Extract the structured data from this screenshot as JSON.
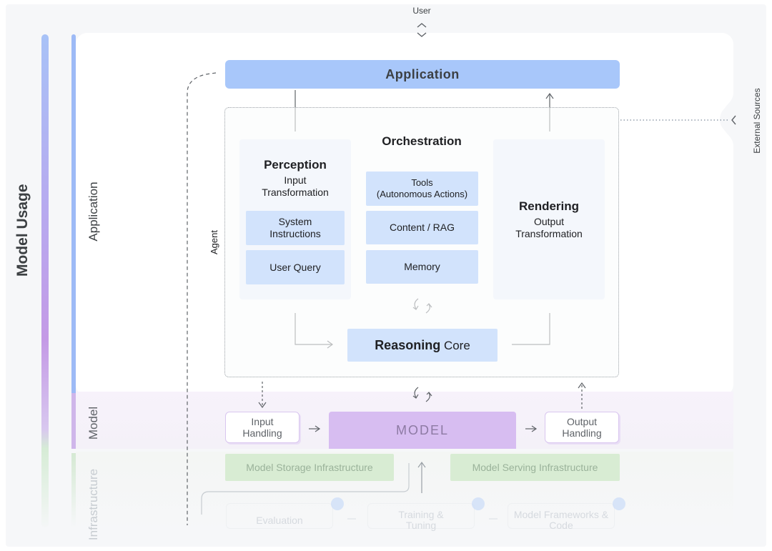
{
  "labels": {
    "model_usage": "Model Usage",
    "application_layer": "Application",
    "model_layer": "Model",
    "infrastructure_layer": "Infrastructure",
    "agent": "Agent",
    "user": "User",
    "external_sources": "External Sources"
  },
  "application_bar": "Application",
  "orchestration": {
    "title": "Orchestration",
    "items": [
      "Tools\n(Autonomous Actions)",
      "Content / RAG",
      "Memory"
    ]
  },
  "perception": {
    "title": "Perception",
    "subtitle": "Input Transformation",
    "items": [
      "System Instructions",
      "User Query"
    ]
  },
  "rendering": {
    "title": "Rendering",
    "subtitle": "Output Transformation"
  },
  "reasoning": {
    "bold": "Reasoning",
    "rest": "Core"
  },
  "model": {
    "label": "MODEL",
    "input_handling": "Input Handling",
    "output_handling": "Output Handling"
  },
  "infrastructure": {
    "storage": "Model Storage Infrastructure",
    "serving": "Model Serving Infrastructure",
    "evaluation": "Evaluation",
    "training": "Training & Tuning",
    "frameworks": "Model Frameworks & Code"
  },
  "colors": {
    "application_blue": "#a8c7fa",
    "item_blue": "#d2e3fc",
    "model_purple": "#d7bdf1",
    "infra_green": "#d8ecd3"
  }
}
